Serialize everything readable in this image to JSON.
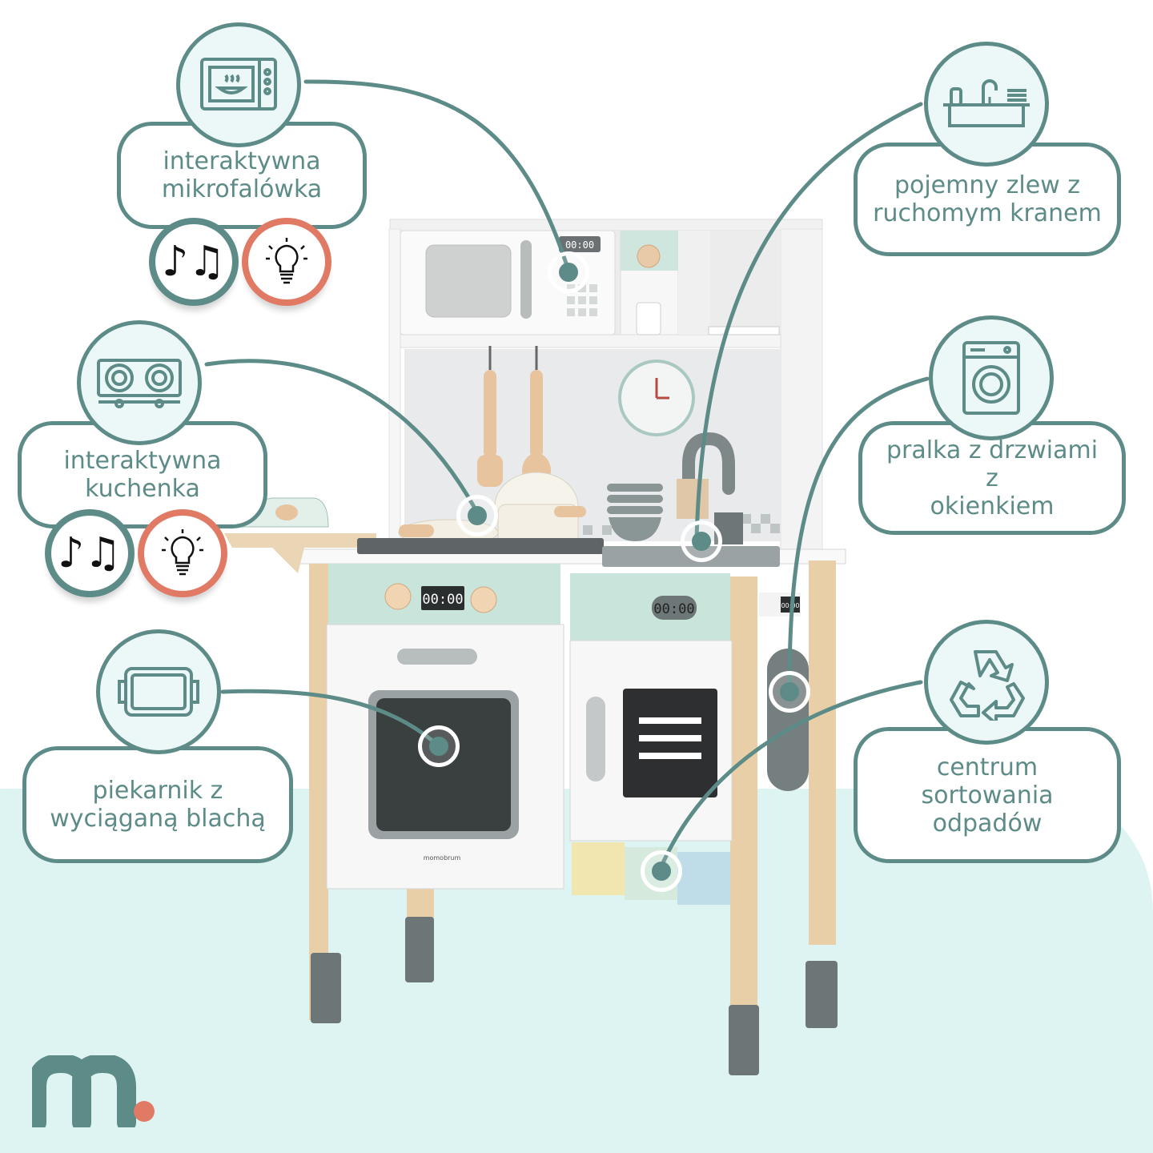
{
  "brand": {
    "logo_letter": "m",
    "primary_color": "#5d8b87",
    "accent_color": "#e07a65",
    "background_tint": "#def4f2"
  },
  "features": [
    {
      "id": "microwave",
      "icon": "microwave-icon",
      "label_line1": "interaktywna",
      "label_line2": "mikrofalówka",
      "badges": [
        "music-notes-icon",
        "light-bulb-icon"
      ]
    },
    {
      "id": "stove",
      "icon": "stove-icon",
      "label_line1": "interaktywna",
      "label_line2": "kuchenka",
      "badges": [
        "music-notes-icon",
        "light-bulb-icon"
      ]
    },
    {
      "id": "oven",
      "icon": "baking-tray-icon",
      "label_line1": "piekarnik z",
      "label_line2": "wyciąganą blachą"
    },
    {
      "id": "sink",
      "icon": "sink-icon",
      "label_line1": "pojemny zlew z",
      "label_line2": "ruchomym kranem"
    },
    {
      "id": "washer",
      "icon": "washing-machine-icon",
      "label_line1": "pralka z drzwiami z",
      "label_line2": "okienkiem"
    },
    {
      "id": "recycling",
      "icon": "recycle-icon",
      "label_line1": "centrum",
      "label_line2": "sortowania",
      "label_line3": "odpadów"
    }
  ],
  "product": {
    "microwave_display": "00:00",
    "stove_display": "00:00",
    "washer_display": "00:00",
    "side_display": "00:00",
    "oven_brand": "momobrum"
  }
}
